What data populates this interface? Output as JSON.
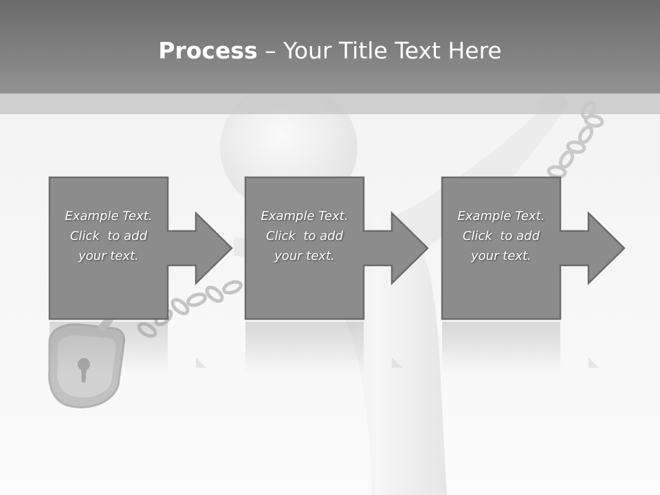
{
  "slide": {
    "title_bold": "Process",
    "title_rest": " – Your Title Text Here"
  },
  "steps": [
    {
      "line1": "Example Text.",
      "line2": "Click  to add",
      "line3": "your text."
    },
    {
      "line1": "Example Text.",
      "line2": "Click  to add",
      "line3": "your text."
    },
    {
      "line1": "Example Text.",
      "line2": "Click  to add",
      "line3": "your text."
    }
  ],
  "colors": {
    "header": "#7c7c7c",
    "box_fill": "#8a8a8a",
    "box_stroke": "#6a6a6a",
    "text": "#ffffff"
  },
  "background_art": [
    "figure-illustration",
    "chain-icon",
    "padlock-icon"
  ]
}
